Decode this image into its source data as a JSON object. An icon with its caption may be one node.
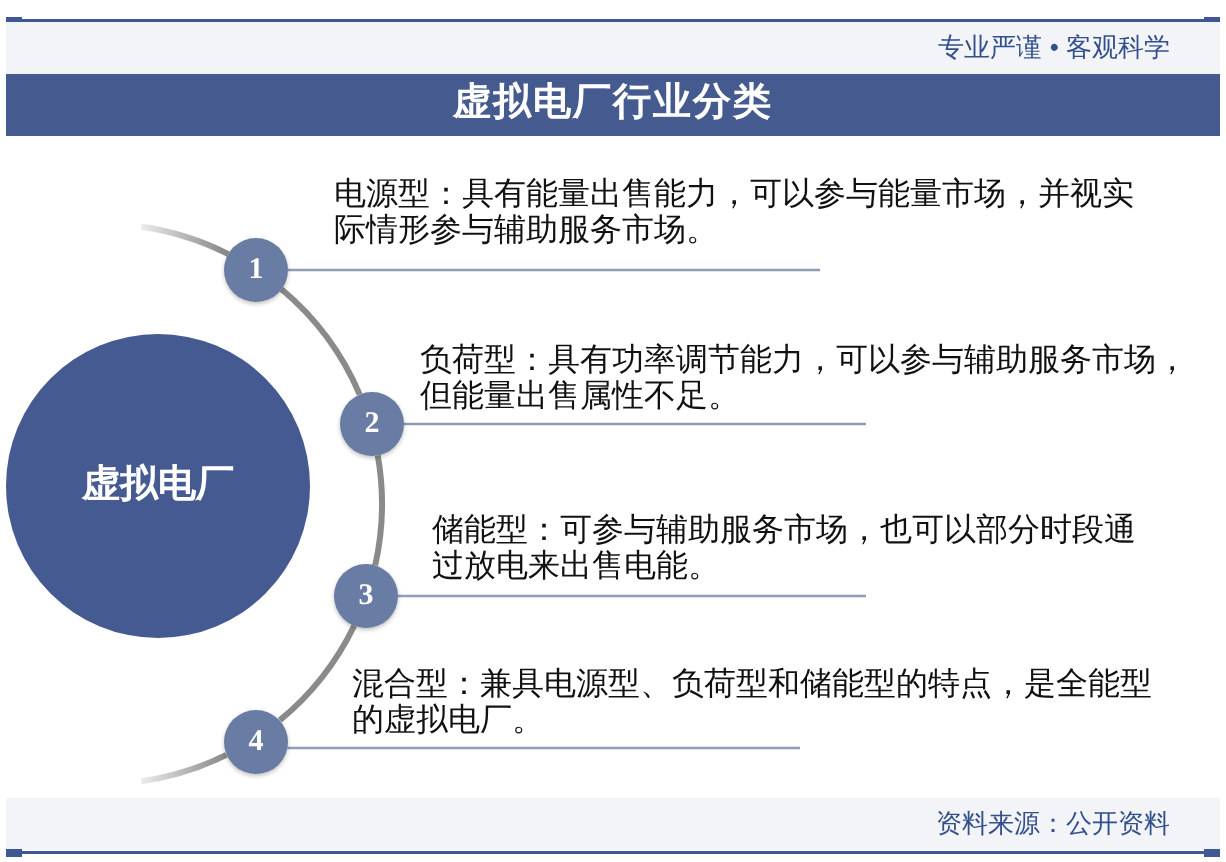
{
  "diagram": {
    "title": "虚拟电厂行业分类",
    "nodes": [
      {
        "text": [
          "虚拟电厂"
        ]
      },
      {
        "text": [
          "1"
        ]
      },
      {
        "text": [
          "电源型：具有能量出售能力，可以参与能量市场，并视实际情形参与辅助服务市场。"
        ]
      },
      {
        "text": [
          "2"
        ]
      },
      {
        "text": [
          "负荷型：具有功率调节能力，可以参与辅助服务市场，但能量出售属性不足。"
        ]
      },
      {
        "text": [
          "3"
        ]
      },
      {
        "text": [
          "储能型：可参与辅助服务市场，也可以部分时段通过放电来出售电能。"
        ]
      },
      {
        "text": [
          "4"
        ]
      },
      {
        "text": [
          "混合型：兼具电源型、负荷型和储能型的特点，是全能型的虚拟电厂。"
        ]
      }
    ],
    "edges": [
      {
        "from": 1,
        "to": 3,
        "arrow": "none",
        "style": "thick",
        "color": "#8a8a8a"
      },
      {
        "from": 3,
        "to": 5,
        "arrow": "none",
        "style": "thick",
        "color": "#8a8a8a"
      },
      {
        "from": 5,
        "to": 7,
        "arrow": "none",
        "style": "thick",
        "color": "#8a8a8a"
      },
      {
        "from": 1,
        "to": 2,
        "arrow": "none"
      },
      {
        "from": 3,
        "to": 4,
        "arrow": "none"
      },
      {
        "from": 5,
        "to": 6,
        "arrow": "none"
      },
      {
        "from": 7,
        "to": 8,
        "arrow": "none"
      }
    ],
    "labels": [
      "专业严谨 • 客观科学",
      "资料来源：公开资料"
    ]
  }
}
